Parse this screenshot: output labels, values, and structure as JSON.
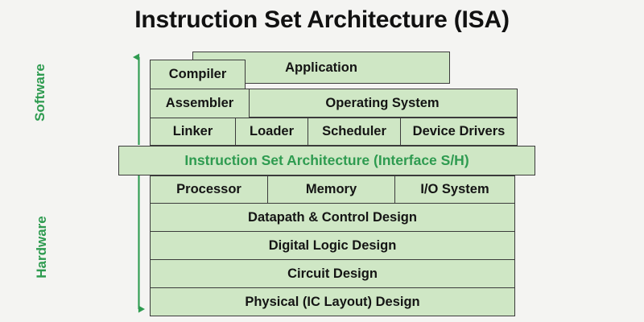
{
  "title": "Instruction Set Architecture (ISA)",
  "axis": {
    "software_label": "Software",
    "hardware_label": "Hardware",
    "accent_color": "#2e9b50"
  },
  "colors": {
    "background": "#f4f4f2",
    "box_fill": "#cfe7c5",
    "box_border": "#3b3b3b",
    "text": "#141414",
    "isa_text": "#2e9b50"
  },
  "stack": {
    "software_rows": [
      {
        "row": "application-row",
        "cells": [
          {
            "label": "Compiler"
          },
          {
            "label": "Application"
          }
        ]
      },
      {
        "row": "operating-system-row",
        "cells": [
          {
            "label": "Assembler"
          },
          {
            "label": "Operating System"
          }
        ]
      },
      {
        "row": "system-software-row",
        "cells": [
          {
            "label": "Linker"
          },
          {
            "label": "Loader"
          },
          {
            "label": "Scheduler"
          },
          {
            "label": "Device Drivers"
          }
        ]
      }
    ],
    "interface": {
      "label": "Instruction Set Architecture (Interface S/H)"
    },
    "hardware_rows": [
      {
        "row": "organization-row",
        "cells": [
          {
            "label": "Processor"
          },
          {
            "label": "Memory"
          },
          {
            "label": "I/O System"
          }
        ]
      },
      {
        "row": "datapath-row",
        "cells": [
          {
            "label": "Datapath & Control Design"
          }
        ]
      },
      {
        "row": "digital-logic-row",
        "cells": [
          {
            "label": "Digital Logic Design"
          }
        ]
      },
      {
        "row": "circuit-row",
        "cells": [
          {
            "label": "Circuit Design"
          }
        ]
      },
      {
        "row": "physical-row",
        "cells": [
          {
            "label": "Physical (IC Layout) Design"
          }
        ]
      }
    ]
  }
}
